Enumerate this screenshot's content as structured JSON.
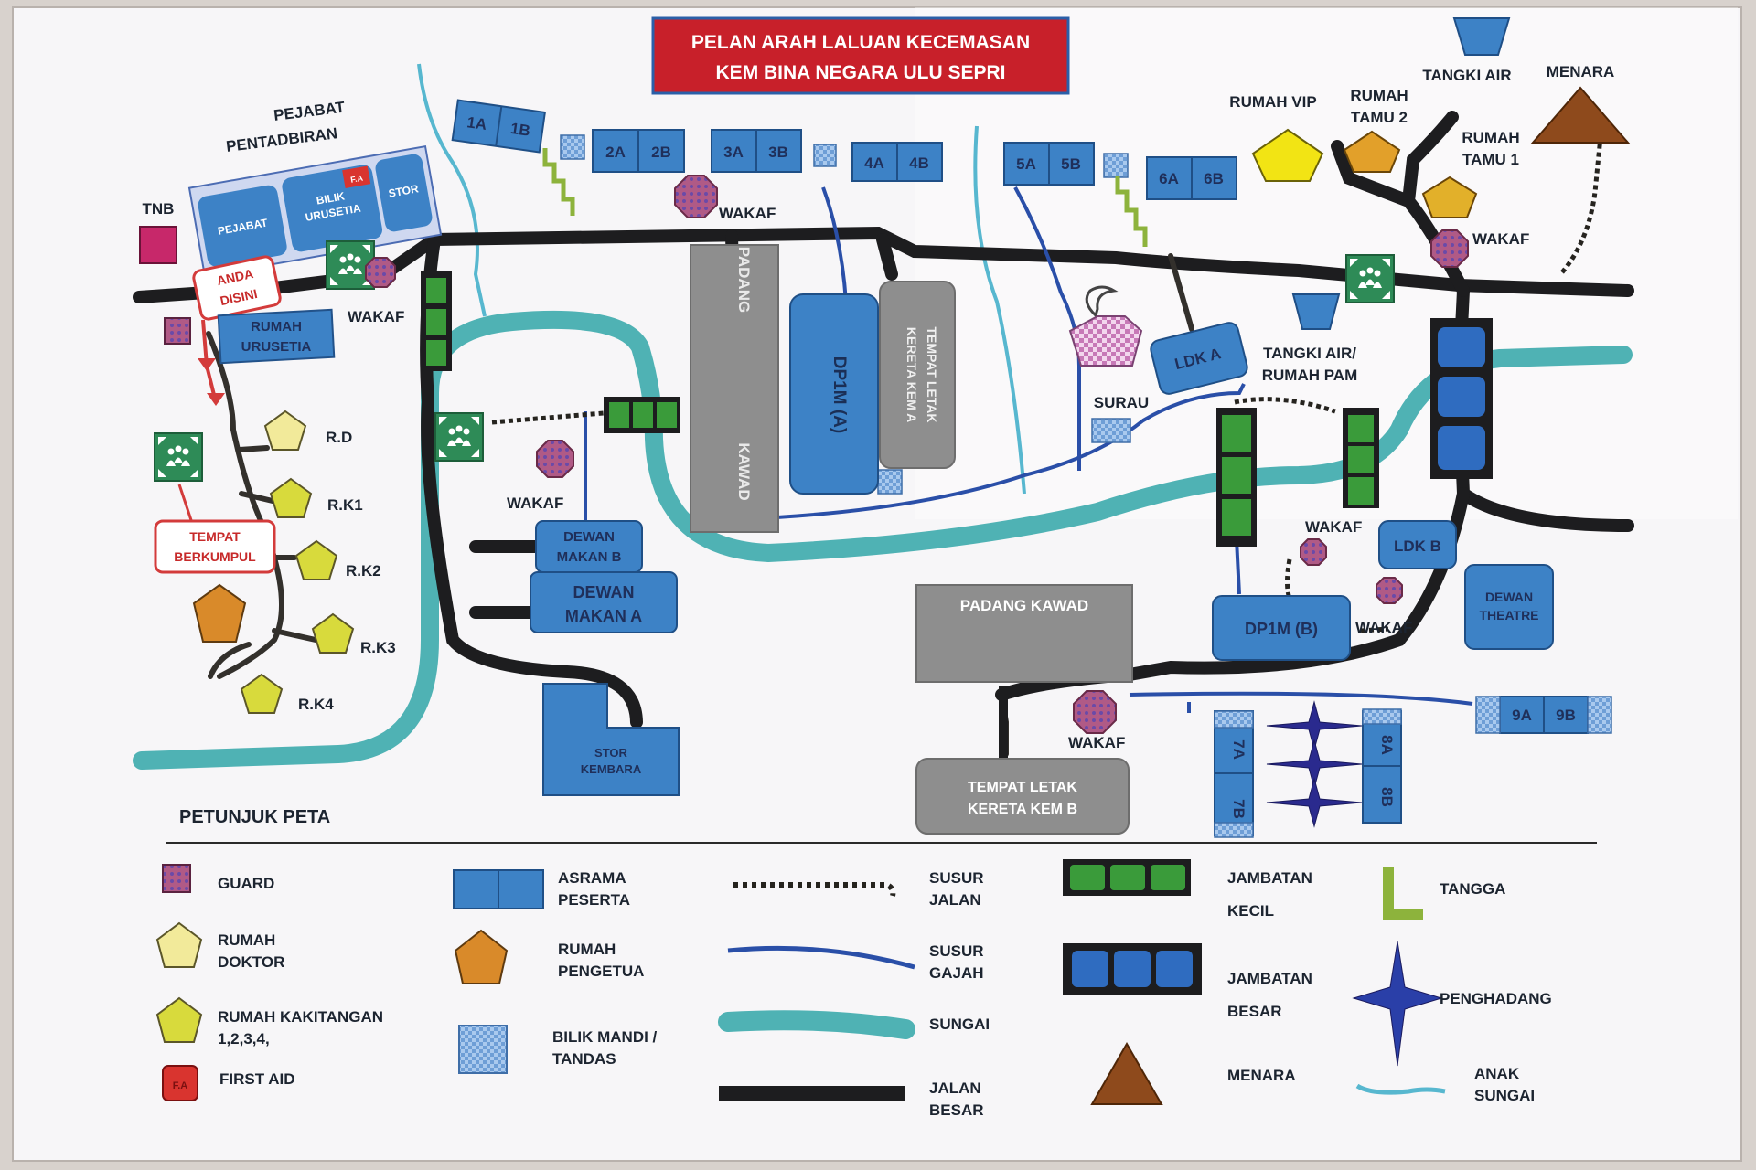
{
  "title": {
    "line1": "PELAN ARAH LALUAN KECEMASAN",
    "line2": "KEM BINA NEGARA ULU SEPRI"
  },
  "admin": {
    "heading1": "PEJABAT",
    "heading2": "PENTADBIRAN",
    "pejabat": "PEJABAT",
    "bilik1": "BILIK",
    "bilik2": "URUSETIA",
    "fa": "F.A",
    "stor": "STOR"
  },
  "you_are_here": {
    "line1": "ANDA",
    "line2": "DISINI"
  },
  "assembly_callout": {
    "line1": "TEMPAT",
    "line2": "BERKUMPUL"
  },
  "labels": {
    "tnb": "TNB",
    "rumah_urusetia1": "RUMAH",
    "rumah_urusetia2": "URUSETIA",
    "wakaf": "WAKAF",
    "dorms": [
      "1A",
      "1B",
      "2A",
      "2B",
      "3A",
      "3B",
      "4A",
      "4B",
      "5A",
      "5B",
      "6A",
      "6B",
      "7A",
      "7B",
      "8A",
      "8B",
      "9A",
      "9B"
    ],
    "padang_kawad_v1": "PADANG",
    "padang_kawad_v2": "KAWAD",
    "dp1m_a": "DP1M (A)",
    "kereta_a1": "TEMPAT LETAK",
    "kereta_a2": "KERETA KEM A",
    "surau": "SURAU",
    "ldk_a": "LDK A",
    "tangki_pam1": "TANGKI AIR/",
    "tangki_pam2": "RUMAH PAM",
    "tangki_air": "TANGKI AIR",
    "menara": "MENARA",
    "rumah_vip": "RUMAH VIP",
    "rumah_tamu2_1": "RUMAH",
    "rumah_tamu2_2": "TAMU 2",
    "rumah_tamu1_1": "RUMAH",
    "rumah_tamu1_2": "TAMU 1",
    "rd": "R.D",
    "rk1": "R.K1",
    "rk2": "R.K2",
    "rk3": "R.K3",
    "rk4": "R.K4",
    "dewan_makan_b1": "DEWAN",
    "dewan_makan_b2": "MAKAN B",
    "dewan_makan_a1": "DEWAN",
    "dewan_makan_a2": "MAKAN A",
    "stor_kembara1": "STOR",
    "stor_kembara2": "KEMBARA",
    "padang_kawad": "PADANG KAWAD",
    "kereta_b1": "TEMPAT LETAK",
    "kereta_b2": "KERETA KEM B",
    "dp1m_b": "DP1M (B)",
    "ldk_b": "LDK B",
    "dewan_theatre1": "DEWAN",
    "dewan_theatre2": "THEATRE"
  },
  "legend": {
    "heading": "PETUNJUK PETA",
    "guard": "GUARD",
    "rumah_doktor1": "RUMAH",
    "rumah_doktor2": "DOKTOR",
    "rumah_kakitangan1": "RUMAH KAKITANGAN",
    "rumah_kakitangan2": "1,2,3,4,",
    "first_aid": "FIRST AID",
    "fa_mark": "F.A",
    "asrama1": "ASRAMA",
    "asrama2": "PESERTA",
    "pengetua1": "RUMAH",
    "pengetua2": "PENGETUA",
    "bilik_mandi1": "BILIK MANDI /",
    "bilik_mandi2": "TANDAS",
    "susur_jalan1": "SUSUR",
    "susur_jalan2": "JALAN",
    "susur_gajah1": "SUSUR",
    "susur_gajah2": "GAJAH",
    "sungai": "SUNGAI",
    "jalan_besar1": "JALAN",
    "jalan_besar2": "BESAR",
    "jambatan_kecil1": "JAMBATAN",
    "jambatan_kecil2": "KECIL",
    "jambatan_besar1": "JAMBATAN",
    "jambatan_besar2": "BESAR",
    "menara": "MENARA",
    "tangga": "TANGGA",
    "penghadang": "PENGHADANG",
    "anak_sungai1": "ANAK",
    "anak_sungai2": "SUNGAI"
  },
  "colors": {
    "road": "#1d1d1f",
    "river": "#4fb2b4",
    "elephant_path": "#2a4fa8",
    "building": "#3d82c6",
    "assembly": "#2e8b57",
    "guard": "#9a3b5a",
    "title_red": "#c8202a"
  }
}
